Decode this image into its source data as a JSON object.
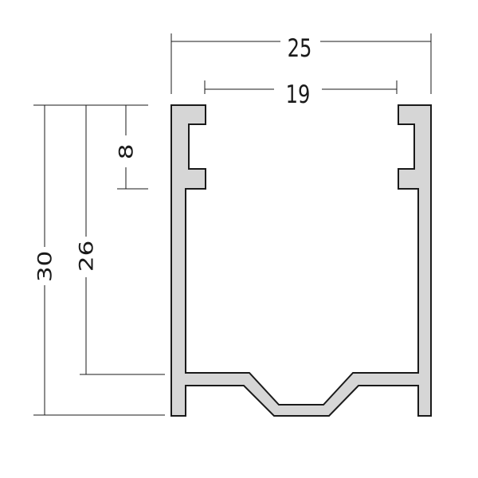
{
  "dimensions": {
    "overall_width": "25",
    "inner_width": "19",
    "overall_height": "30",
    "inner_height": "26",
    "groove_spacing": "8"
  },
  "colors": {
    "profile_fill": "#d6d6d6",
    "line": "#1a1a1a",
    "background": "#ffffff"
  }
}
